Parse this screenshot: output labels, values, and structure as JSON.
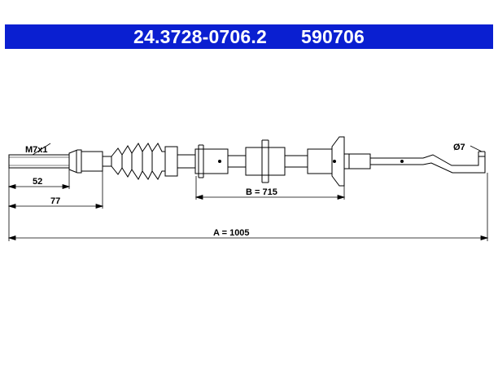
{
  "header": {
    "part_number": "24.3728-0706.2",
    "ref_number": "590706",
    "background_color": "#0a1fd1",
    "text_color": "#ffffff"
  },
  "drawing": {
    "thread_label": "M7x1",
    "dim_52": "52",
    "dim_77": "77",
    "dim_b": "B = 715",
    "dim_a": "A = 1005",
    "diameter_label": "Ø7"
  }
}
